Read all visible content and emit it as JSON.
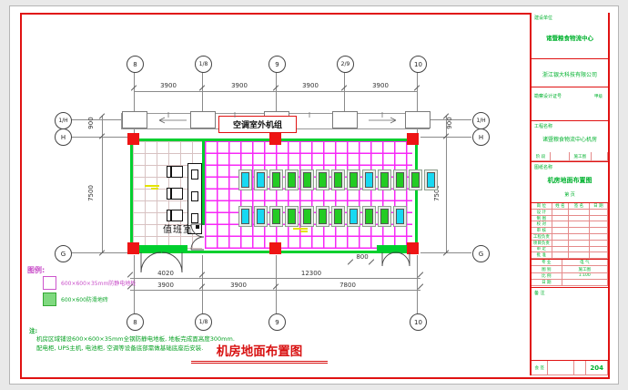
{
  "main_title": "机房地面布置图",
  "plan": {
    "ac_label": "空调室外机组",
    "duty_room_label": "值班室",
    "axis_top": [
      "8",
      "1/8",
      "9",
      "2/9",
      "10"
    ],
    "axis_bottom": [
      "8",
      "1/8",
      "9",
      "10"
    ],
    "axis_left": [
      "1/H",
      "H",
      "G"
    ],
    "axis_right": [
      "1/H",
      "H",
      "G"
    ],
    "dims_top": [
      "3900",
      "3900",
      "3900",
      "3900"
    ],
    "dims_bottom_row1": [
      "4020",
      "12300"
    ],
    "dims_bottom_row2": [
      "3900",
      "3900",
      "7800"
    ],
    "dims_left": [
      "900",
      "7500"
    ],
    "dims_right": [
      "900",
      "7500"
    ],
    "dim_800": "800",
    "rack_rows": [
      {
        "colors": [
          "c",
          "c",
          "g",
          "g",
          "g",
          "g",
          "g",
          "g",
          "c",
          "g",
          "g",
          "g",
          "c"
        ]
      },
      {
        "colors": [
          "c",
          "c",
          "g",
          "g",
          "g",
          "g",
          "g",
          "c",
          "g",
          "g",
          "c"
        ]
      }
    ]
  },
  "legend": {
    "label": "图例:",
    "items": [
      {
        "swatch": "outline",
        "text": "600×600×35mm防静电地板"
      },
      {
        "swatch": "green",
        "text": "600×600防滑地砖"
      }
    ]
  },
  "note": {
    "label": "注:",
    "lines": [
      "机房区域铺设600×600×35mm全钢防静电地板, 地板完成面高度300mm.",
      "配电柜, UPS主机, 电池柜, 空调等设备底部需做基础底座后安装."
    ]
  },
  "title_block": {
    "owner_label": "建设单位",
    "owner": "诸暨粮食物流中心",
    "company": "浙江银大科技有限公司",
    "cert_label": "勘察设计证号",
    "cert_value": "甲级",
    "project_label": "工程名称",
    "project_name": "诸暨粮食物流中心机房",
    "stage_cells": [
      "阶 段",
      "",
      "施工图",
      ""
    ],
    "drawing_label": "图纸名称",
    "drawing_name": "机房地面布置图",
    "pages_label": "第 页",
    "sign_table": {
      "header": [
        "岗 位",
        "姓 名",
        "签 名",
        "日 期"
      ],
      "rows": [
        "设 计",
        "制 图",
        "校 对",
        "审 核",
        "工程负责",
        "项目负责",
        "审 定",
        "批 准"
      ]
    },
    "info_rows": [
      [
        "专 业",
        "电 气"
      ],
      [
        "图 别",
        "施工图"
      ],
      [
        "比 例",
        "1:100"
      ],
      [
        "日 期",
        ""
      ]
    ],
    "remark_label": "备 注",
    "strip": {
      "left": "会 签",
      "code": "204"
    }
  }
}
